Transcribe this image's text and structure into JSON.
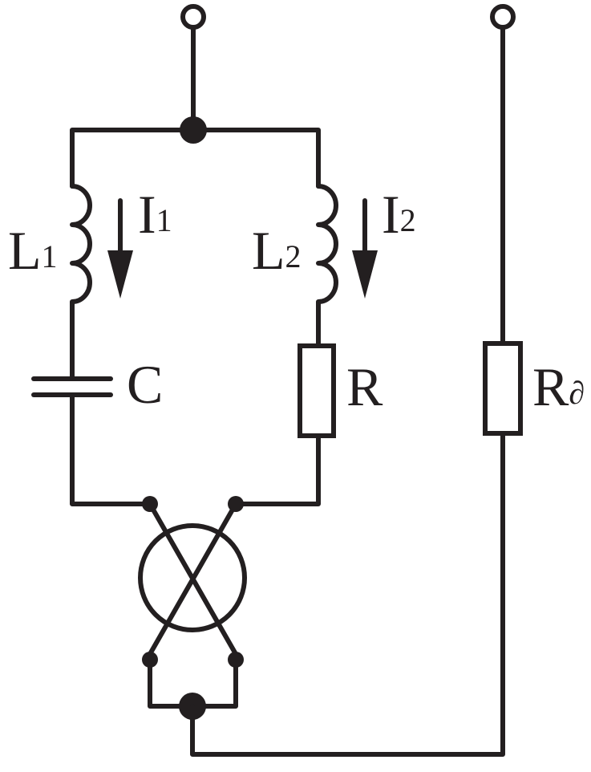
{
  "labels": {
    "L1": {
      "main": "L",
      "sub": "1"
    },
    "I1": {
      "main": "I",
      "sub": "1"
    },
    "L2": {
      "main": "L",
      "sub": "2"
    },
    "I2": {
      "main": "I",
      "sub": "2"
    },
    "C": "C",
    "R": "R",
    "Rd": {
      "main": "R",
      "sub": "∂"
    }
  },
  "colors": {
    "line": "#231f20",
    "background": "#ffffff"
  }
}
